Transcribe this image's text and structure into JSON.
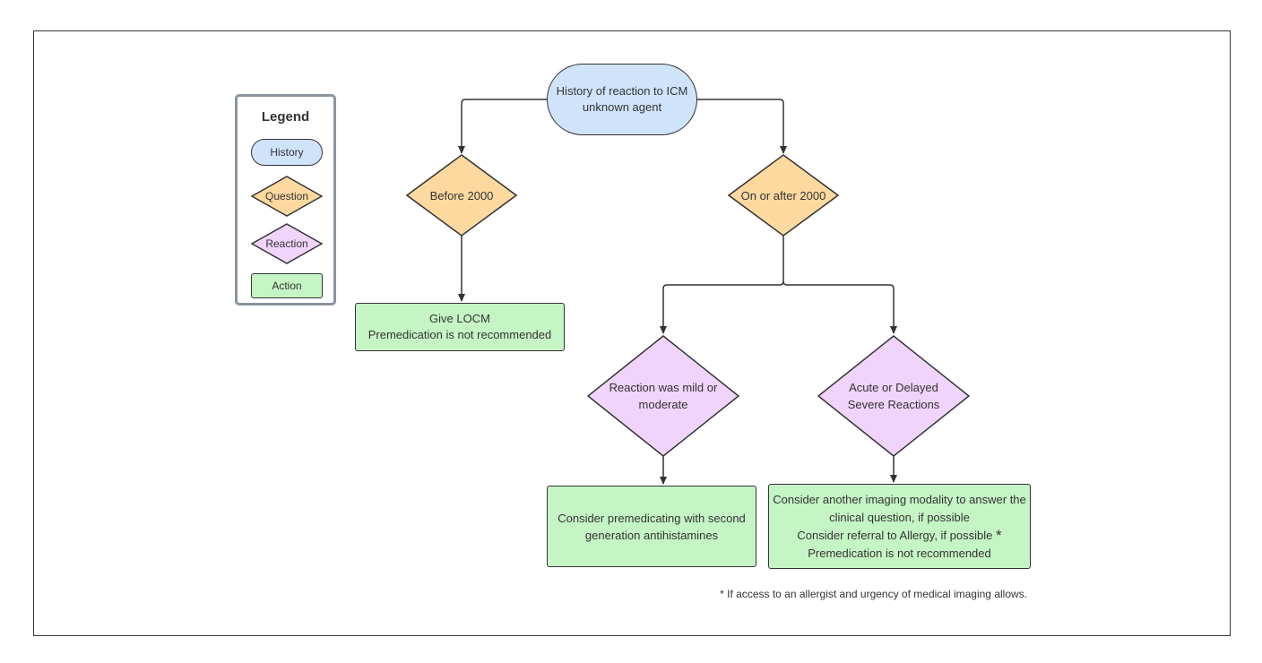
{
  "legend": {
    "title": "Legend",
    "history": "History",
    "question": "Question",
    "reaction": "Reaction",
    "action": "Action"
  },
  "nodes": {
    "history": "History of reaction to ICM unknown agent",
    "before_2000": "Before 2000",
    "after_2000": "On or after 2000",
    "give_locm": {
      "line1": "Give LOCM",
      "line2": "Premedication is not recommended"
    },
    "mild_moderate": {
      "line1": "Reaction was mild or",
      "line2": "moderate"
    },
    "severe": {
      "line1": "Acute or Delayed",
      "line2": "Severe Reactions"
    },
    "antihistamines": {
      "line1": "Consider premedicating with second",
      "line2": "generation antihistamines"
    },
    "severe_action": {
      "line1": "Consider another imaging modality to answer the",
      "line2": "clinical question, if possible",
      "line3": "Consider referral to Allergy, if possible",
      "line3_mark": "*",
      "line4": "Premedication is not recommended"
    }
  },
  "footnote": "* If access to an allergist and urgency of medical imaging allows.",
  "colors": {
    "history": "#cfe4fb",
    "question": "#fdd9a0",
    "reaction": "#f0d4fb",
    "action": "#c5f5c5",
    "stroke": "#333333",
    "legend_border": "#8b949c"
  }
}
